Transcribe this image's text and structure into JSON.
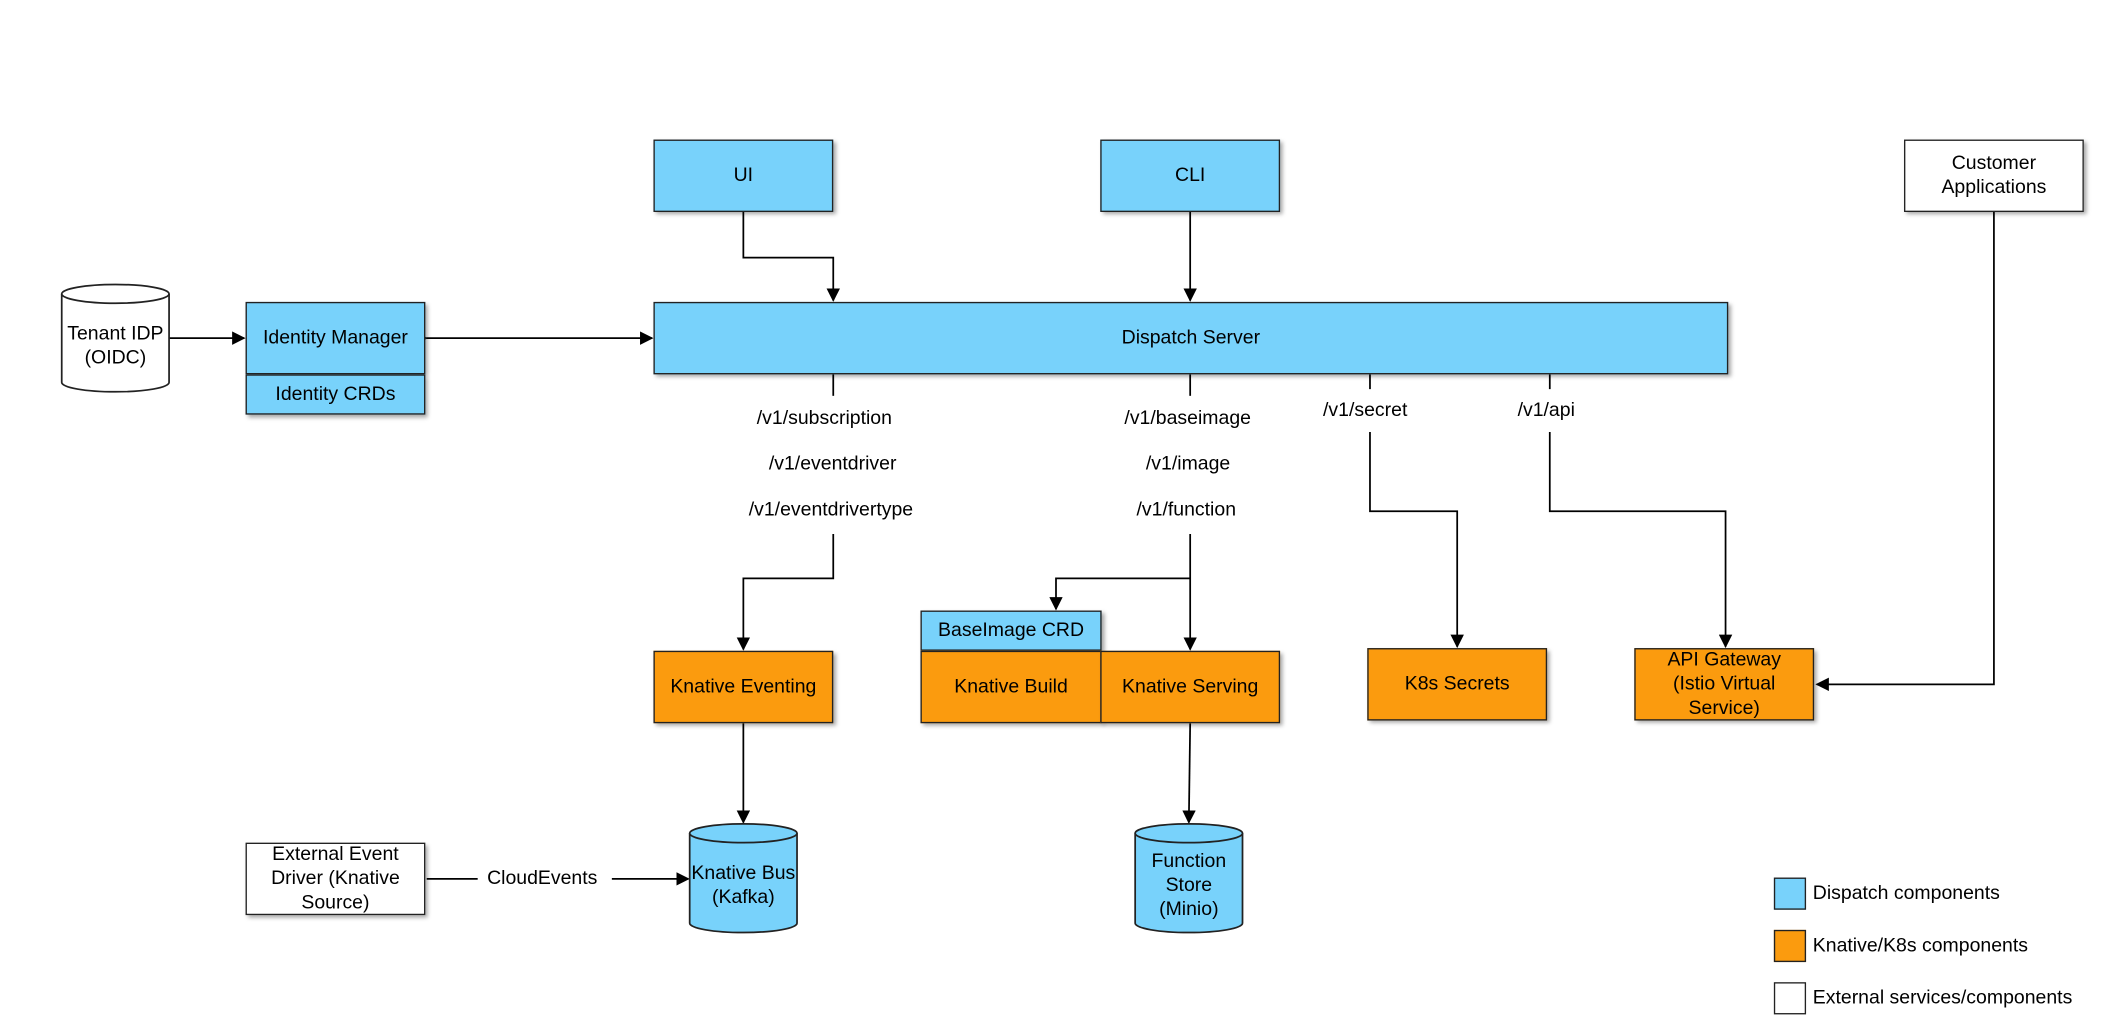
{
  "nodes": {
    "ui": "UI",
    "cli": "CLI",
    "customer_apps": "Customer\nApplications",
    "tenant_idp": "Tenant IDP\n(OIDC)",
    "identity_manager": "Identity Manager",
    "identity_crds": "Identity CRDs",
    "dispatch_server": "Dispatch Server",
    "baseimage_crd": "BaseImage CRD",
    "knative_eventing": "Knative Eventing",
    "knative_build": "Knative Build",
    "knative_serving": "Knative Serving",
    "k8s_secrets": "K8s Secrets",
    "api_gateway": "API Gateway\n(Istio Virtual\nService)",
    "external_event_driver": "External Event\nDriver (Knative\nSource)",
    "knative_bus": "Knative Bus\n(Kafka)",
    "function_store": "Function\nStore\n(Minio)"
  },
  "edge_labels": {
    "subscription": "/v1/subscription",
    "eventdriver": "/v1/eventdriver",
    "eventdrivertype": "/v1/eventdrivertype",
    "baseimage": "/v1/baseimage",
    "image": "/v1/image",
    "function": "/v1/function",
    "secret": "/v1/secret",
    "api": "/v1/api",
    "cloudevents": "CloudEvents"
  },
  "legend": {
    "dispatch": "Dispatch components",
    "knative": "Knative/K8s components",
    "external": "External services/components"
  },
  "colors": {
    "dispatch": "#78d2fb",
    "knative": "#fb9b0e",
    "external": "#ffffff"
  }
}
